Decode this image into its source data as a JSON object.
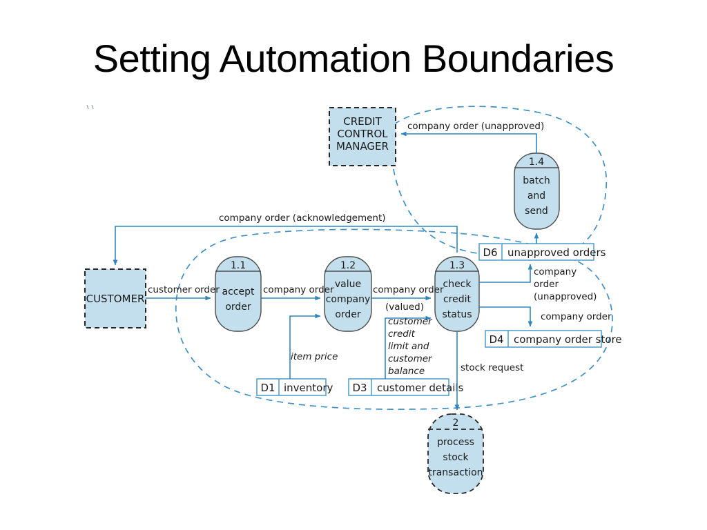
{
  "slide": {
    "title": "Setting Automation Boundaries"
  },
  "diagram": {
    "type": "data-flow-diagram",
    "colors": {
      "shape_fill": "#c3dfee",
      "shape_stroke": "#4c4c4c",
      "flow_line": "#2e86bd",
      "boundary": "#3f8fc4",
      "store_stroke": "#3d93c7",
      "text": "#1a1a1a"
    },
    "entities": [
      {
        "id": "customer",
        "label": "CUSTOMER",
        "style": "dashed"
      },
      {
        "id": "credit-control-manager",
        "label_lines": [
          "CREDIT",
          "CONTROL",
          "MANAGER"
        ],
        "style": "dashed"
      }
    ],
    "processes": [
      {
        "id": "1.1",
        "name_lines": [
          "accept",
          "order"
        ],
        "style": "solid"
      },
      {
        "id": "1.2",
        "name_lines": [
          "value",
          "company",
          "order"
        ],
        "style": "solid"
      },
      {
        "id": "1.3",
        "name_lines": [
          "check",
          "credit",
          "status"
        ],
        "style": "solid"
      },
      {
        "id": "1.4",
        "name_lines": [
          "batch",
          "and",
          "send"
        ],
        "style": "solid"
      },
      {
        "id": "2",
        "name_lines": [
          "process",
          "stock",
          "transaction"
        ],
        "style": "dashed"
      }
    ],
    "data_stores": [
      {
        "id": "D1",
        "name": "inventory"
      },
      {
        "id": "D3",
        "name": "customer details"
      },
      {
        "id": "D4",
        "name": "company order store"
      },
      {
        "id": "D6",
        "name": "unapproved orders"
      }
    ],
    "flows": [
      {
        "id": "customer-order",
        "label": "customer order",
        "from": "customer",
        "to": "1.1",
        "italic": false
      },
      {
        "id": "company-order-1",
        "label": "company order",
        "from": "1.1",
        "to": "1.2",
        "italic": false
      },
      {
        "id": "item-price",
        "label": "item price",
        "from": "D1",
        "to": "1.2",
        "italic": true
      },
      {
        "id": "company-order-valued",
        "label_lines": [
          "company order",
          "(valued)"
        ],
        "from": "1.2",
        "to": "1.3",
        "italic": false
      },
      {
        "id": "customer-credit-limit-balance",
        "label_lines": [
          "customer",
          "credit",
          "limit and",
          "customer",
          "balance"
        ],
        "from": "D3",
        "to": "1.3",
        "italic": true
      },
      {
        "id": "company-order-unapproved-store",
        "label_lines": [
          "company",
          "order",
          "(unapproved)"
        ],
        "from": "1.3",
        "to": "D6",
        "italic": false
      },
      {
        "id": "company-order-store-flow",
        "label": "company order",
        "from": "1.3",
        "to": "D4",
        "italic": false
      },
      {
        "id": "stock-request",
        "label": "stock request",
        "from": "1.3",
        "to": "2",
        "italic": false
      },
      {
        "id": "company-order-acknowledgement",
        "label": "company order (acknowledgement)",
        "from": "1.3",
        "to": "customer",
        "italic": false
      },
      {
        "id": "unapproved-orders-to-batch",
        "label": "",
        "from": "D6",
        "to": "1.4",
        "italic": false
      },
      {
        "id": "company-order-unapproved",
        "label": "company order (unapproved)",
        "from": "1.4",
        "to": "credit-control-manager",
        "italic": false
      }
    ],
    "boundaries": [
      {
        "id": "automation-boundary-main",
        "style": "dashed",
        "note": "encloses processes 1.1, 1.2, 1.3 and stores D1, D3, D4, D6"
      },
      {
        "id": "automation-boundary-batch",
        "style": "dashed",
        "note": "encloses process 1.4 batch and send"
      }
    ]
  }
}
